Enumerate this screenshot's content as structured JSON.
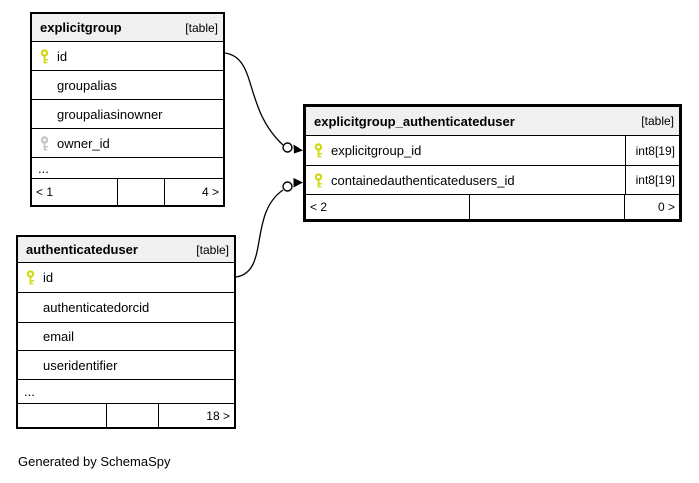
{
  "tables": [
    {
      "name": "explicitgroup",
      "tag": "[table]",
      "columns": [
        {
          "name": "id"
        },
        {
          "name": "groupalias"
        },
        {
          "name": "groupaliasinowner"
        },
        {
          "name": "owner_id"
        },
        {
          "name": "..."
        }
      ],
      "footer": {
        "left": "< 1",
        "mid": "",
        "right": "4 >"
      }
    },
    {
      "name": "explicitgroup_authenticateduser",
      "tag": "[table]",
      "columns": [
        {
          "name": "explicitgroup_id",
          "type": "int8[19]"
        },
        {
          "name": "containedauthenticatedusers_id",
          "type": "int8[19]"
        }
      ],
      "footer": {
        "left": "< 2",
        "mid": "",
        "right": "0 >"
      }
    },
    {
      "name": "authenticateduser",
      "tag": "[table]",
      "columns": [
        {
          "name": "id"
        },
        {
          "name": "authenticatedorcid"
        },
        {
          "name": "email"
        },
        {
          "name": "useridentifier"
        },
        {
          "name": "..."
        }
      ],
      "footer": {
        "left": "",
        "mid": "",
        "right": "18 >"
      }
    }
  ],
  "note": "Generated by SchemaSpy",
  "colors": {
    "primary_key": "#d2d813",
    "foreign_key": "#c4c4c4",
    "header_bg": "#f0f0f0",
    "border": "#000000"
  }
}
